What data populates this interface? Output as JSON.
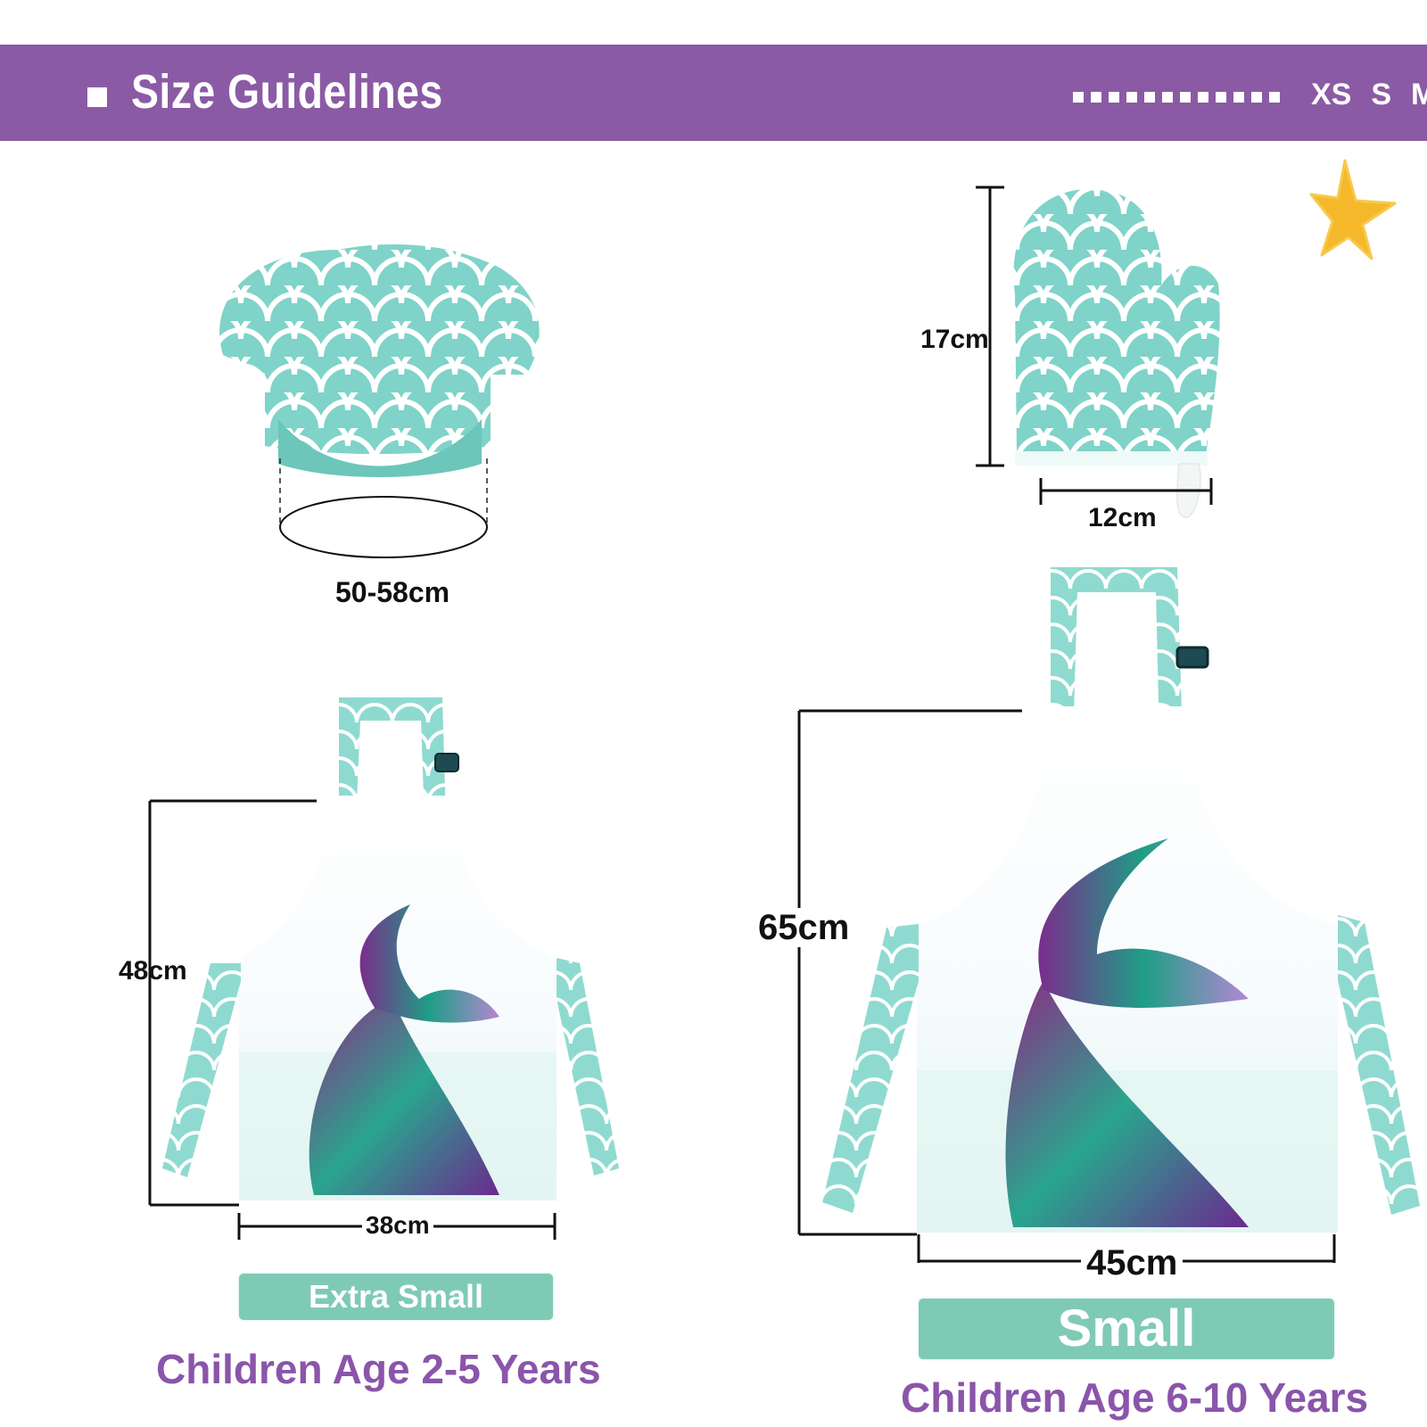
{
  "header": {
    "title": "Size Guidelines",
    "sizes": [
      "XS",
      "S",
      "M"
    ]
  },
  "hat": {
    "circumference": "50-58cm"
  },
  "mitt": {
    "height": "17cm",
    "width": "12cm"
  },
  "apron_xs": {
    "height": "48cm",
    "width": "38cm",
    "size_label": "Extra Small",
    "age_label": "Children Age 2-5 Years"
  },
  "apron_s": {
    "height": "65cm",
    "width": "45cm",
    "size_label": "Small",
    "age_label": "Children Age 6-10 Years"
  },
  "colors": {
    "banner": "#8b5aa5",
    "pill": "#7fcab5",
    "age_text": "#8a55aa",
    "teal": "#7fd3c8",
    "star": "#f4b82a"
  }
}
